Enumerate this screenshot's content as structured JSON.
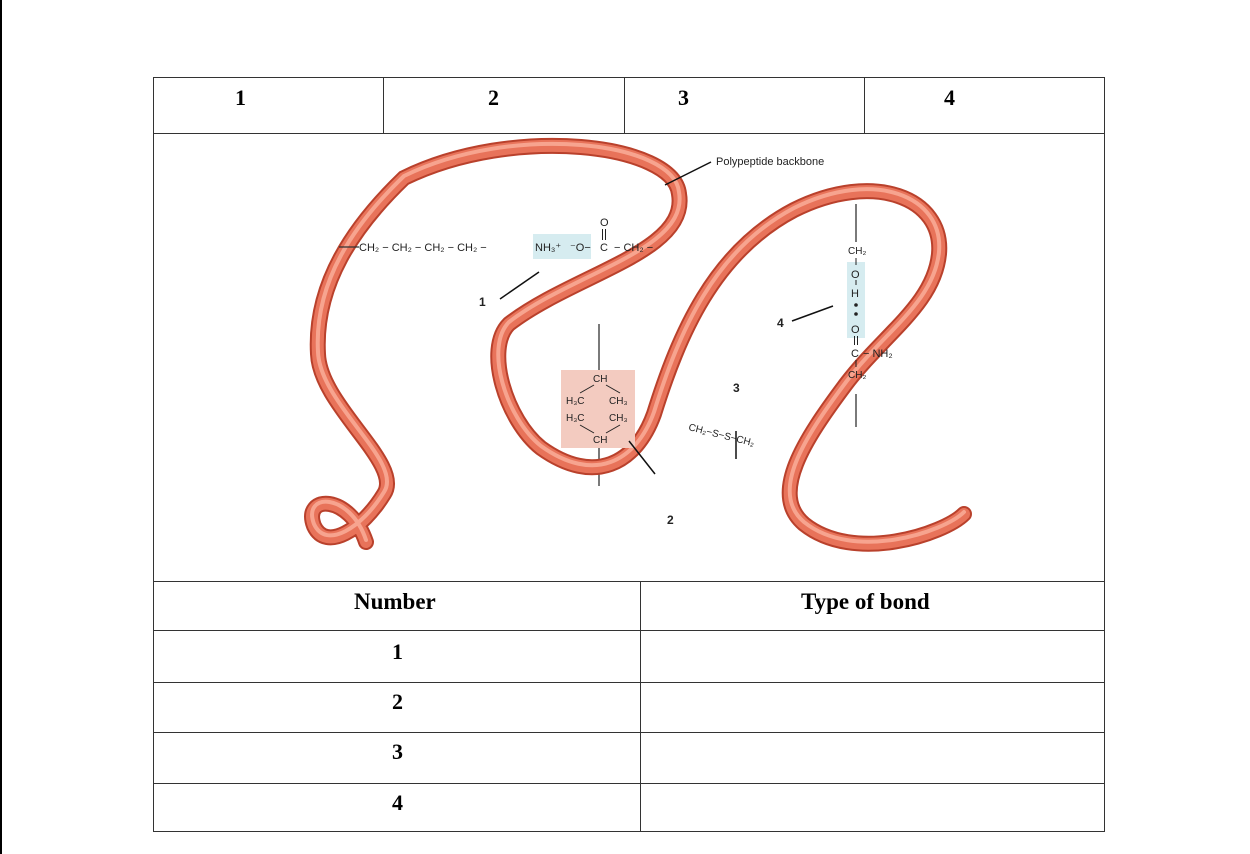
{
  "header": {
    "cells": [
      "1",
      "2",
      "3",
      "4"
    ]
  },
  "diagram": {
    "backbone_label": "Polypeptide backbone",
    "callouts": [
      "1",
      "2",
      "3",
      "4"
    ],
    "ionic": {
      "chain": "CH₂ − CH₂ − CH₂ − CH₂ −",
      "nh3": "NH₃⁺",
      "o_minus": "⁻O−",
      "carbon": "C",
      "tail": "− CH₂ −",
      "oxygen": "O"
    },
    "hydrophobic": {
      "ch_top": "CH",
      "h3c_1": "H₃C",
      "ch3_1": "CH₃",
      "h3c_2": "H₃C",
      "ch3_2": "CH₃",
      "ch_bottom": "CH"
    },
    "disulfide": {
      "chain": "CH₂−S−S−CH₂"
    },
    "hbond": {
      "ch2_top": "CH₂",
      "o": "O",
      "h": "H",
      "o2": "O",
      "c": "C",
      "nh2": "− NH₂",
      "ch2_bottom": "CH₂"
    }
  },
  "table": {
    "col_number": "Number",
    "col_type": "Type of bond",
    "rows": [
      {
        "number": "1",
        "type": ""
      },
      {
        "number": "2",
        "type": ""
      },
      {
        "number": "3",
        "type": ""
      },
      {
        "number": "4",
        "type": ""
      }
    ]
  }
}
